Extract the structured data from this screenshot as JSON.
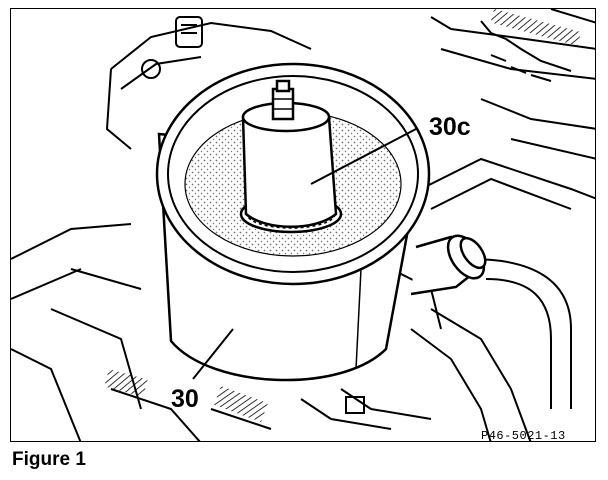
{
  "figure": {
    "caption": "Figure 1",
    "reference_code": "P46-5021-13",
    "callouts": {
      "reservoir": "30",
      "filter_insert": "30c"
    },
    "colors": {
      "ink": "#000000",
      "paper": "#ffffff"
    }
  }
}
